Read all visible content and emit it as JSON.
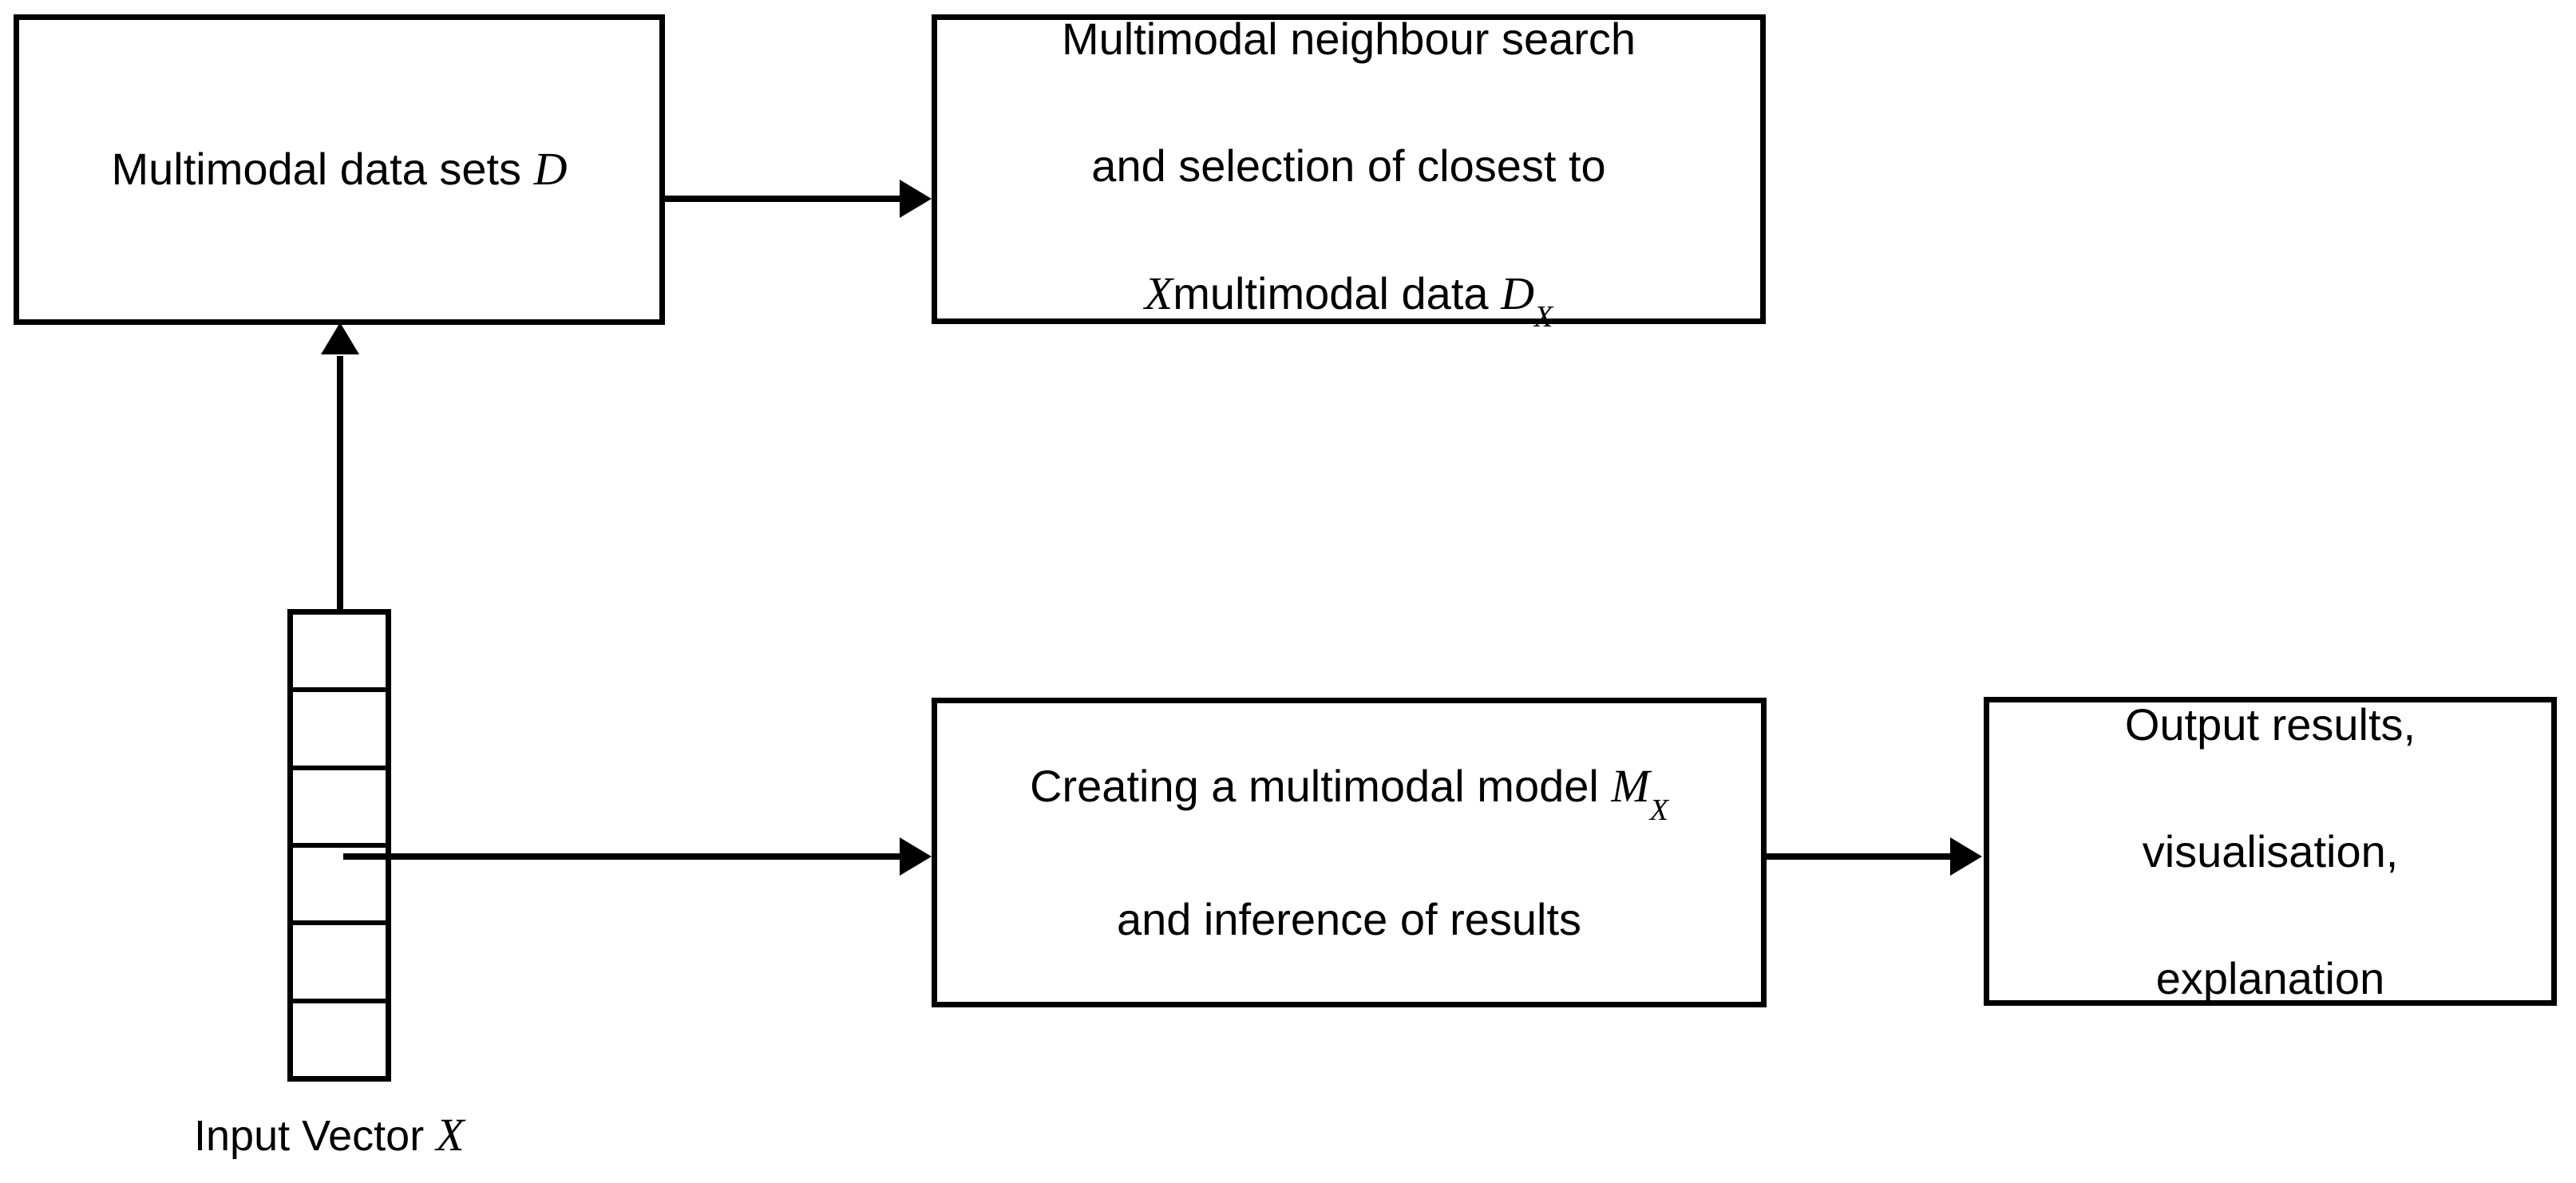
{
  "diagram": {
    "title": "Multimodal inference pipeline flowchart",
    "background_color": "#ffffff",
    "stroke_color": "#000000",
    "boxes": {
      "datasets": {
        "label": "Multimodal data sets ",
        "symbol": "D"
      },
      "neighbour_search": {
        "line1": "Multimodal neighbour search",
        "line2": "and selection of closest to",
        "line3_symbol_x": "X",
        "line3_text": "multimodal data ",
        "line3_symbol_d": "D",
        "line3_subscript": "X"
      },
      "model_creation": {
        "line1": "Creating a multimodal model ",
        "line1_symbol": "M",
        "line1_subscript": "X",
        "line2": "and inference of results"
      },
      "output": {
        "line1": "Output results,",
        "line2": "visualisation,",
        "line3": "explanation"
      }
    },
    "vector": {
      "label_text": "Input Vector ",
      "label_symbol": "X",
      "cell_count": 6,
      "cells": [
        "",
        "",
        "",
        "",
        "",
        ""
      ]
    },
    "arrows": [
      {
        "name": "datasets-to-neighbour-search",
        "direction": "right"
      },
      {
        "name": "vector-to-datasets",
        "direction": "up"
      },
      {
        "name": "vector-to-model-creation",
        "direction": "right"
      },
      {
        "name": "model-creation-to-output",
        "direction": "right"
      }
    ]
  }
}
